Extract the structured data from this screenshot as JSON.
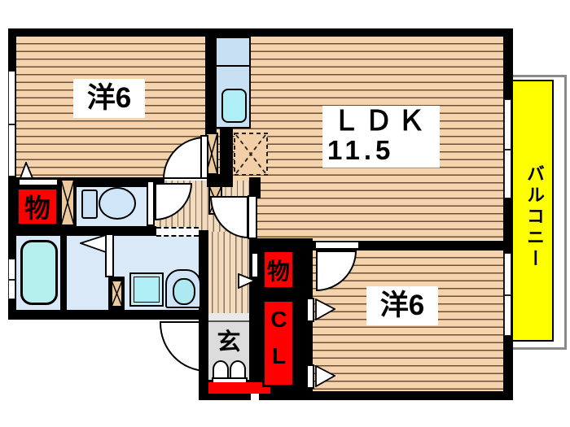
{
  "floorplan": {
    "rooms": {
      "bedroom_top": {
        "label": "洋6"
      },
      "ldk": {
        "label": "ＬＤＫ",
        "size": "11.5"
      },
      "bedroom_bottom": {
        "label": "洋6"
      },
      "balcony": {
        "label": "バルコニー"
      },
      "entrance": {
        "label": "玄"
      },
      "storage_top_left": {
        "label": "物"
      },
      "storage_middle": {
        "label": "物"
      },
      "closet": {
        "label": "CL"
      }
    },
    "icons": {
      "bathtub": "bathtub-icon",
      "toilet": "toilet-icon",
      "vanity_sink": "sink-icon",
      "washing_machine": "washing-machine-icon",
      "kitchen_sink": "kitchen-sink-icon",
      "refrigerator_space": "refrigerator-dashed-box"
    },
    "colors": {
      "wall": "#000000",
      "wood_floor": "#f5d3ac",
      "hall_floor": "#f3dcbd",
      "wet_room": "#d9e9f8",
      "fixture_cyan": "#b5f0ef",
      "storage_red": "#ff0000",
      "balcony_yellow": "#ffff00",
      "genkan_gray": "#dcdcdc"
    }
  }
}
